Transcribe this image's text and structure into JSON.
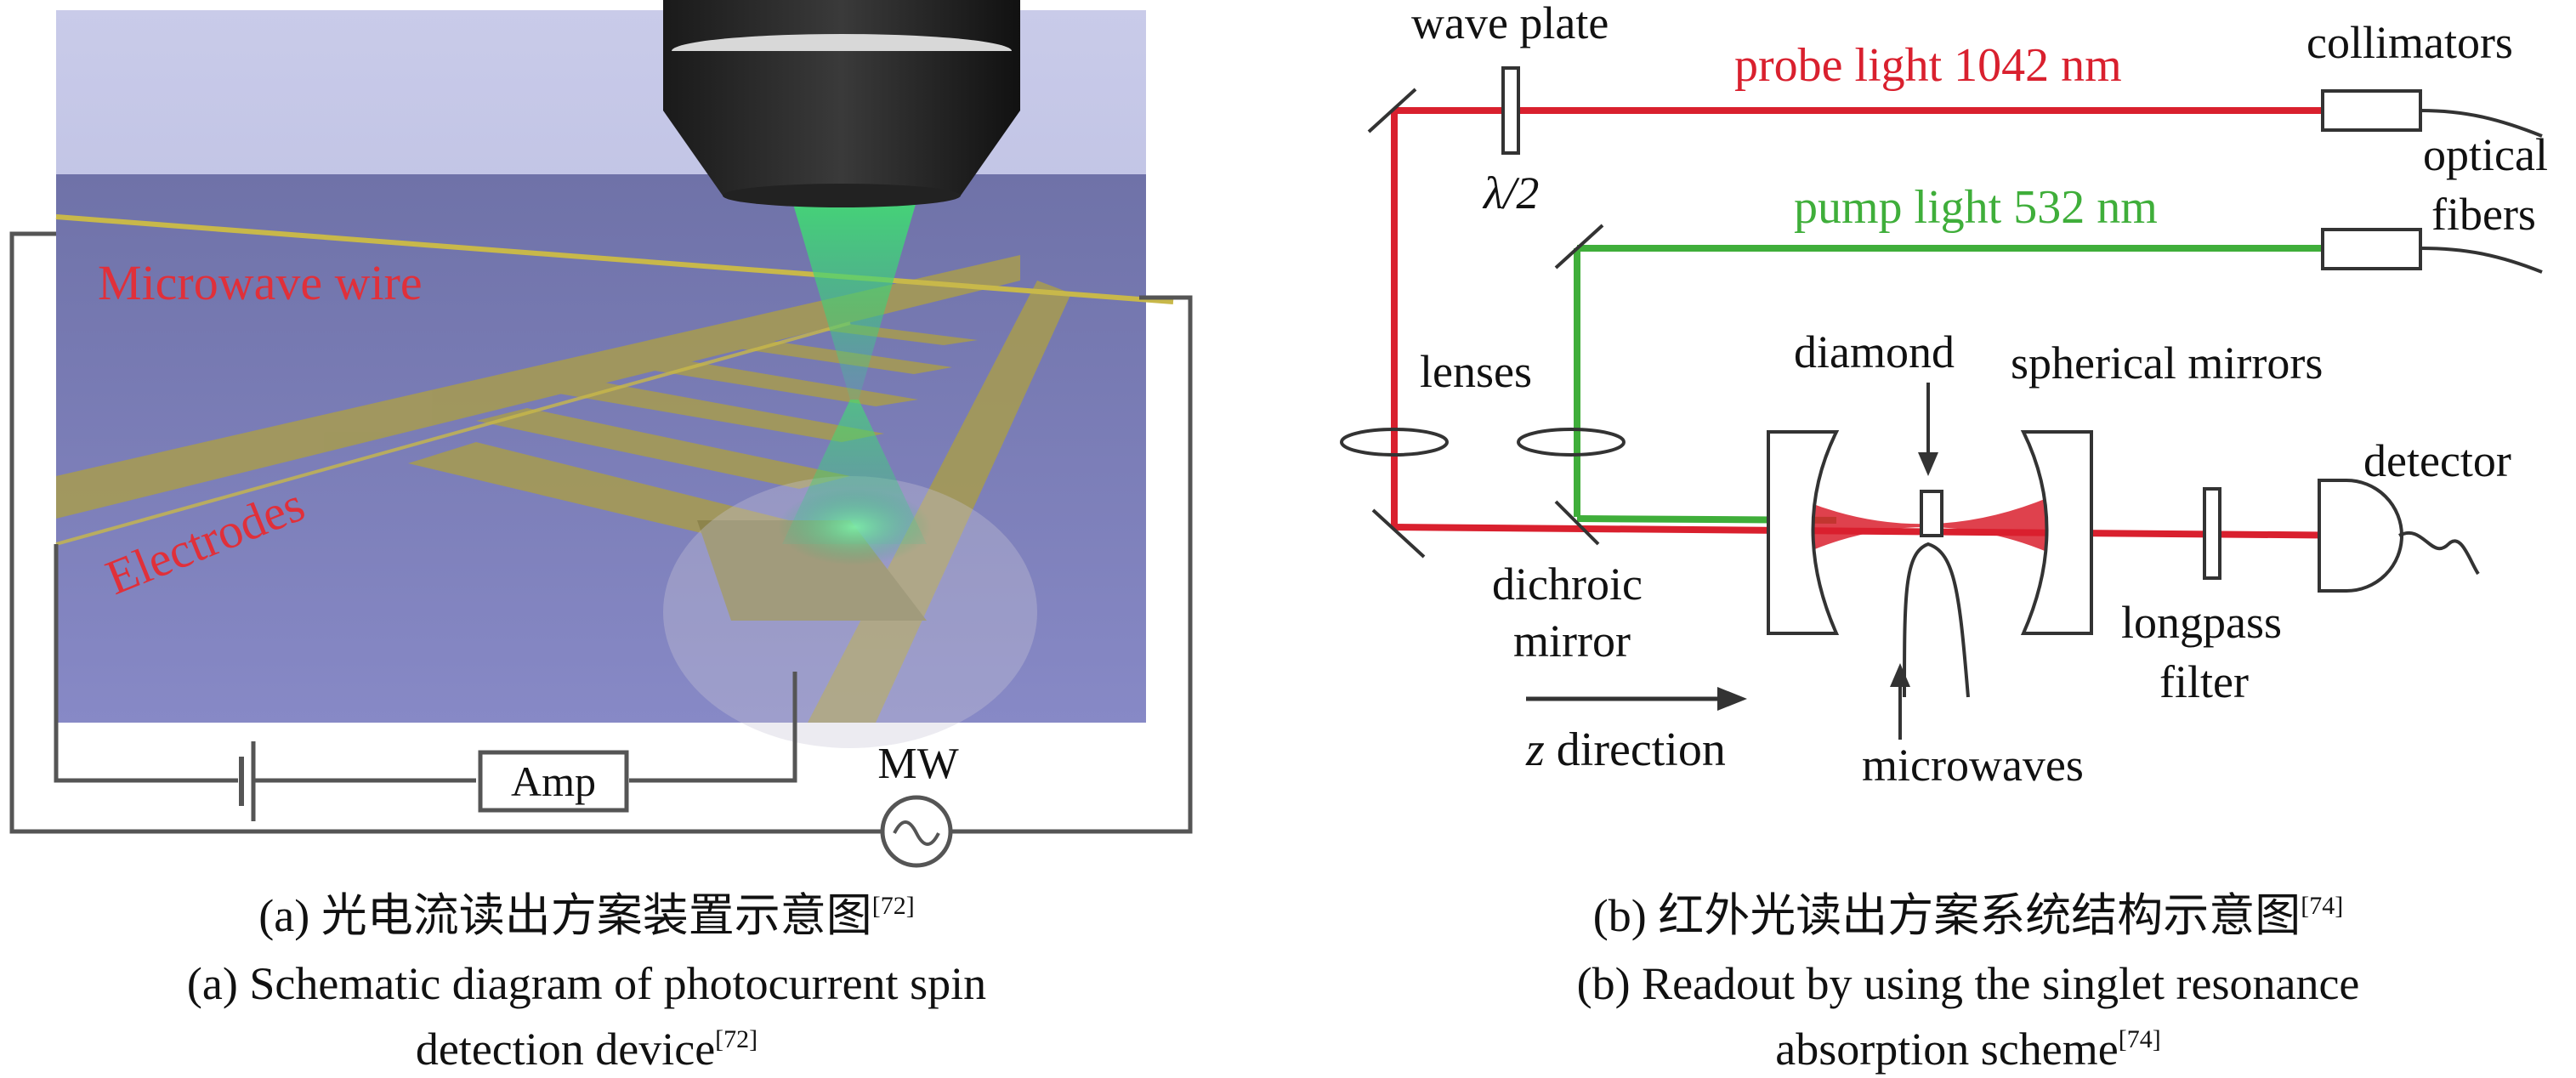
{
  "panel_a": {
    "labels": {
      "microwave_wire": "Microwave wire",
      "electrodes": "Electrodes",
      "amp": "Amp",
      "mw": "MW"
    },
    "caption_zh": "(a) 光电流读出方案装置示意图",
    "caption_zh_ref": "[72]",
    "caption_en_line1": "(a) Schematic diagram of photocurrent spin",
    "caption_en_line2": "detection device",
    "caption_en_ref": "[72]"
  },
  "panel_b": {
    "labels": {
      "wave_plate": "wave plate",
      "lambda_half": "λ/2",
      "probe_light": "probe light 1042 nm",
      "pump_light": "pump light 532 nm",
      "collimators": "collimators",
      "optical": "optical",
      "fibers": "fibers",
      "lenses": "lenses",
      "diamond": "diamond",
      "spherical_mirrors": "spherical mirrors",
      "detector": "detector",
      "dichroic": "dichroic",
      "mirror": "mirror",
      "longpass": "longpass",
      "filter": "filter",
      "z_italic": "z",
      "direction": " direction",
      "microwaves": "microwaves"
    },
    "caption_zh": "(b) 红外光读出方案系统结构示意图",
    "caption_zh_ref": "[74]",
    "caption_en_line1": "(b) Readout by using the singlet resonance",
    "caption_en_line2": "absorption scheme",
    "caption_en_ref": "[74]"
  },
  "colors": {
    "probe": "#d9202e",
    "pump": "#3fae3a",
    "label_red": "#e0303a",
    "scene_sky": "#b9bde0",
    "scene_floor": "#7f82bd",
    "electrode": "#a59a55"
  }
}
